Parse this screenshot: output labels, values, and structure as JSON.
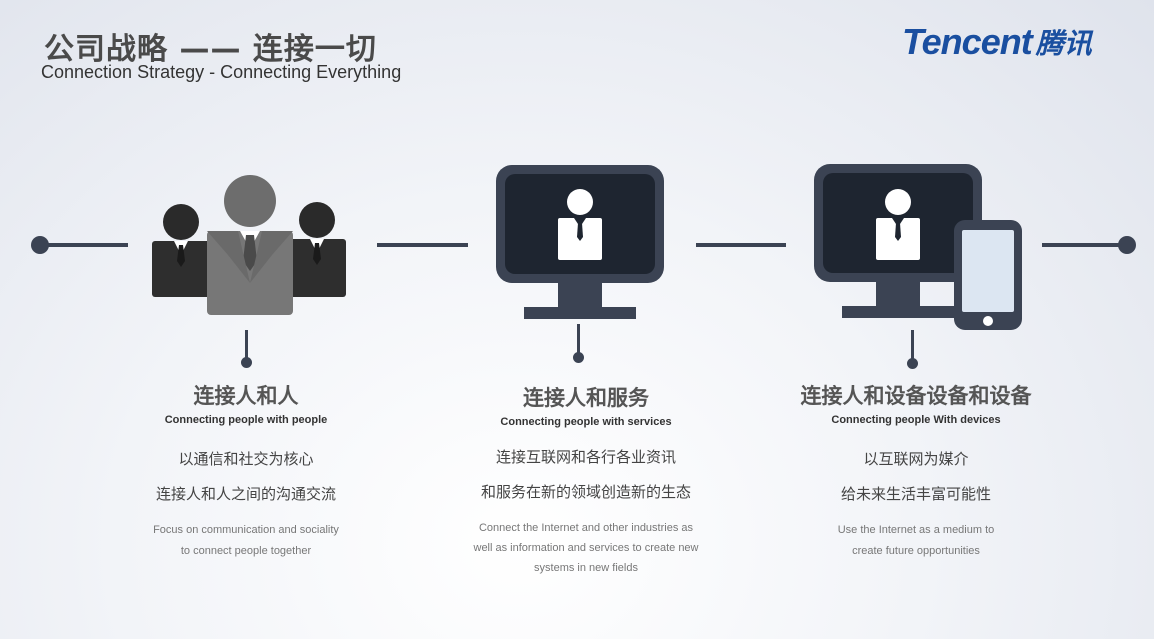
{
  "header": {
    "title_cn": "公司战略 —— 连接一切",
    "title_en": "Connection Strategy - Connecting Everything"
  },
  "logo": {
    "text_en": "Tencent",
    "text_cn": "腾讯",
    "color": "#1a4fa0"
  },
  "colors": {
    "accent_dark": "#3b4353",
    "screen": "#1e2530",
    "phone_screen": "#dce6f2"
  },
  "columns": [
    {
      "title_cn": "连接人和人",
      "title_en": "Connecting people with people",
      "desc_cn": [
        "以通信和社交为核心",
        "连接人和人之间的沟通交流"
      ],
      "desc_en": [
        "Focus on communication and sociality",
        "to connect people together"
      ],
      "icon": "people-group-icon"
    },
    {
      "title_cn": "连接人和服务",
      "title_en": "Connecting people with services",
      "desc_cn": [
        "连接互联网和各行各业资讯",
        "和服务在新的领域创造新的生态"
      ],
      "desc_en": [
        "Connect the Internet and other industries as",
        "well as information and services to create new",
        "systems in new fields"
      ],
      "icon": "monitor-person-icon"
    },
    {
      "title_cn": "连接人和设备设备和设备",
      "title_en": "Connecting people With devices",
      "desc_cn": [
        "以互联网为媒介",
        "给未来生活丰富可能性"
      ],
      "desc_en": [
        "Use the Internet as a medium to",
        "create future opportunities"
      ],
      "icon": "monitor-phone-icon"
    }
  ]
}
